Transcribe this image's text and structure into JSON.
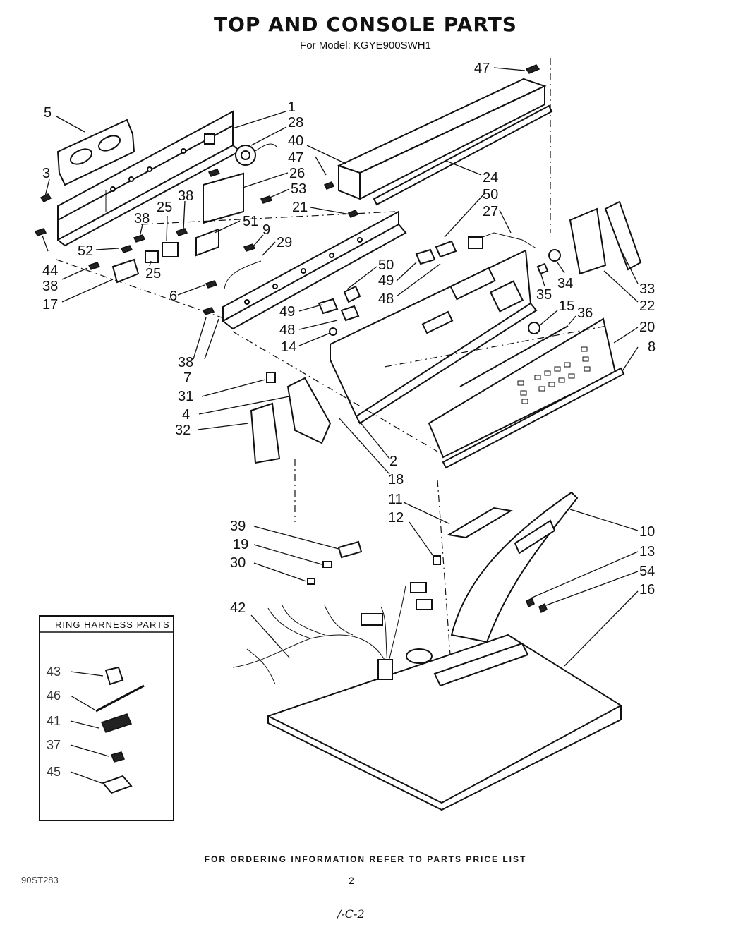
{
  "header": {
    "title": "TOP AND CONSOLE PARTS",
    "subtitle": "For Model: KGYE900SWH1"
  },
  "callouts": {
    "c1": "1",
    "c2": "2",
    "c3": "3",
    "c4": "4",
    "c5": "5",
    "c6": "6",
    "c7": "7",
    "c8": "8",
    "c9": "9",
    "c10": "10",
    "c11": "11",
    "c12": "12",
    "c13": "13",
    "c14": "14",
    "c15": "15",
    "c16": "16",
    "c17": "17",
    "c18": "18",
    "c19": "19",
    "c20": "20",
    "c21": "21",
    "c22": "22",
    "c24": "24",
    "c25a": "25",
    "c25b": "25",
    "c26": "26",
    "c27": "27",
    "c28": "28",
    "c29": "29",
    "c30": "30",
    "c31": "31",
    "c32": "32",
    "c33": "33",
    "c34": "34",
    "c35": "35",
    "c36": "36",
    "c38a": "38",
    "c38b": "38",
    "c38c": "38",
    "c38d": "38",
    "c39": "39",
    "c40": "40",
    "c42": "42",
    "c44": "44",
    "c47a": "47",
    "c47b": "47",
    "c48a": "48",
    "c48b": "48",
    "c49a": "49",
    "c49b": "49",
    "c50a": "50",
    "c50b": "50",
    "c51": "51",
    "c52": "52",
    "c53": "53",
    "c54": "54"
  },
  "legend": {
    "title": "RING HARNESS PARTS",
    "items": [
      "43",
      "46",
      "41",
      "37",
      "45"
    ]
  },
  "footer": {
    "note": "FOR ORDERING INFORMATION REFER TO PARTS PRICE LIST",
    "code": "90ST283",
    "page": "2",
    "handwritten": "/-C-2"
  }
}
